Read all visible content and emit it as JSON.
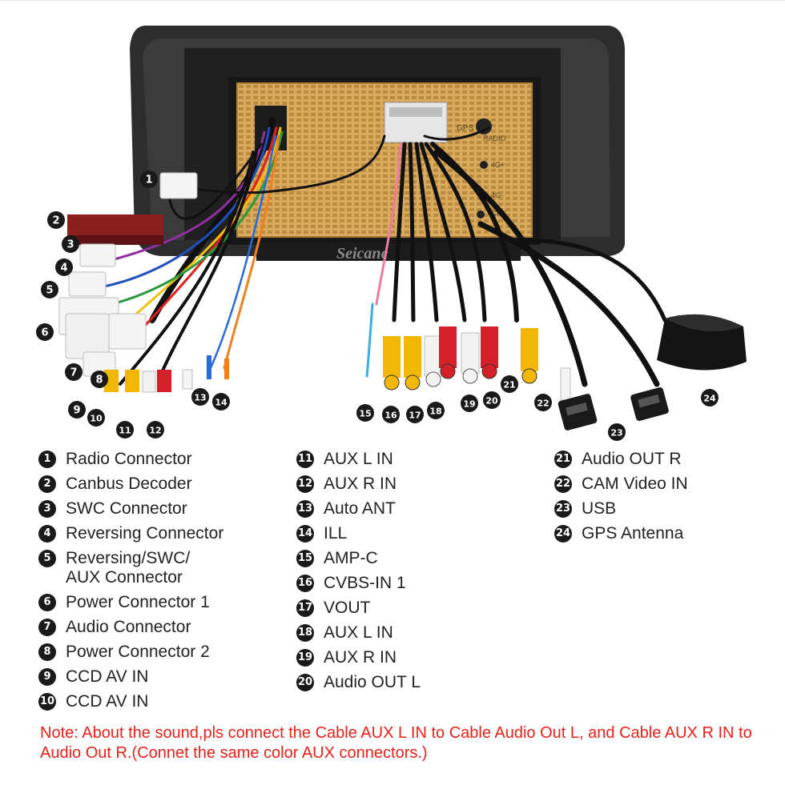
{
  "brand_watermark": "Seicane",
  "unit_port_labels": [
    "GPS",
    "RADIO",
    "4G+",
    "4G-",
    "GPS"
  ],
  "callouts": [
    {
      "n": "1"
    },
    {
      "n": "2"
    },
    {
      "n": "3"
    },
    {
      "n": "4"
    },
    {
      "n": "5"
    },
    {
      "n": "6"
    },
    {
      "n": "7"
    },
    {
      "n": "8"
    },
    {
      "n": "9"
    },
    {
      "n": "10"
    },
    {
      "n": "11"
    },
    {
      "n": "12"
    },
    {
      "n": "13"
    },
    {
      "n": "14"
    },
    {
      "n": "15"
    },
    {
      "n": "16"
    },
    {
      "n": "17"
    },
    {
      "n": "18"
    },
    {
      "n": "19"
    },
    {
      "n": "20"
    },
    {
      "n": "21"
    },
    {
      "n": "22"
    },
    {
      "n": "23"
    },
    {
      "n": "24"
    }
  ],
  "legend": {
    "col1": [
      {
        "n": "1",
        "label": "Radio Connector"
      },
      {
        "n": "2",
        "label": "Canbus Decoder"
      },
      {
        "n": "3",
        "label": "SWC Connector"
      },
      {
        "n": "4",
        "label": "Reversing Connector"
      },
      {
        "n": "5",
        "label": "Reversing/SWC/\nAUX Connector"
      },
      {
        "n": "6",
        "label": "Power Connector 1"
      },
      {
        "n": "7",
        "label": "Audio Connector"
      },
      {
        "n": "8",
        "label": "Power Connector 2"
      },
      {
        "n": "9",
        "label": "CCD AV IN"
      },
      {
        "n": "10",
        "label": "CCD AV IN"
      }
    ],
    "col2": [
      {
        "n": "11",
        "label": "AUX L IN"
      },
      {
        "n": "12",
        "label": "AUX R IN"
      },
      {
        "n": "13",
        "label": "Auto ANT"
      },
      {
        "n": "14",
        "label": "ILL"
      },
      {
        "n": "15",
        "label": "AMP-C"
      },
      {
        "n": "16",
        "label": "CVBS-IN 1"
      },
      {
        "n": "17",
        "label": "VOUT"
      },
      {
        "n": "18",
        "label": "AUX L IN"
      },
      {
        "n": "19",
        "label": "AUX R IN"
      },
      {
        "n": "20",
        "label": "Audio OUT L"
      }
    ],
    "col3": [
      {
        "n": "21",
        "label": "Audio OUT R"
      },
      {
        "n": "22",
        "label": "CAM Video IN"
      },
      {
        "n": "23",
        "label": "USB"
      },
      {
        "n": "24",
        "label": "GPS Antenna"
      }
    ]
  },
  "note": "Note: About the sound,pls connect the Cable AUX L IN to Cable Audio Out L, and Cable AUX R IN to  Audio Out R.(Connet the same color AUX connectors.)",
  "colors": {
    "chassis": "#2b2b2b",
    "panel": "#d6a85a",
    "rca_yellow": "#f2b705",
    "rca_red": "#d5202a",
    "rca_white": "#f2f2f2",
    "note_red": "#e8201a",
    "badge": "#1a1a1a"
  }
}
